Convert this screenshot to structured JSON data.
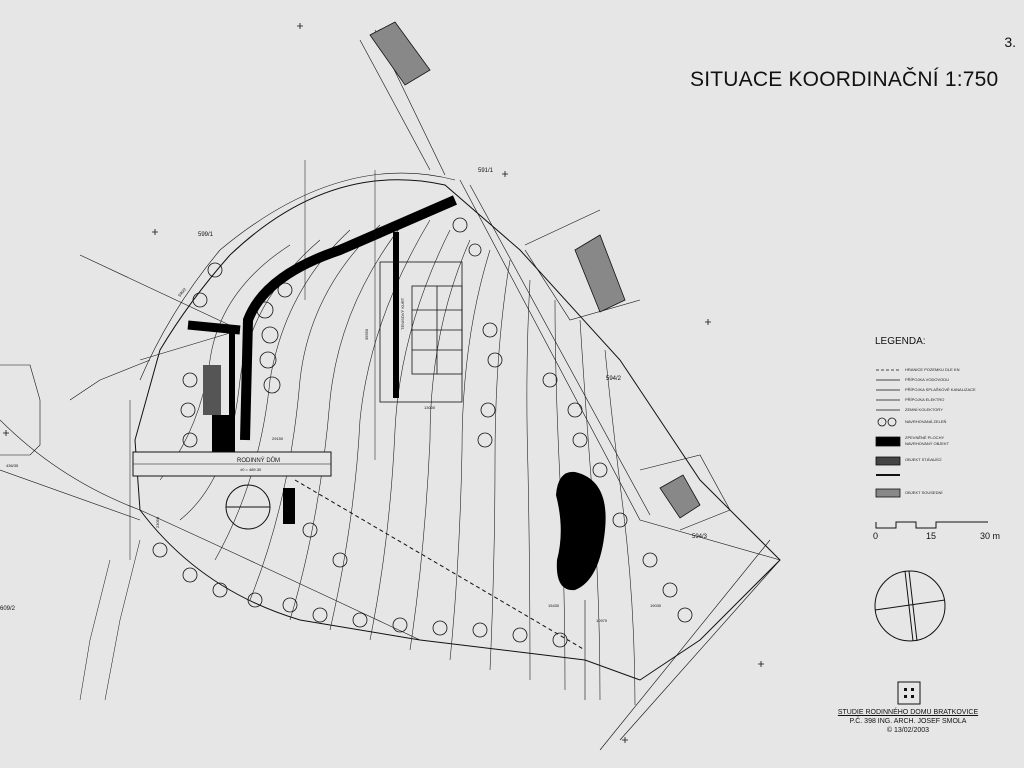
{
  "sheet_number": "3.",
  "title": "SITUACE KOORDINAČNÍ 1:750",
  "legend": {
    "title": "LEGENDA:",
    "items": [
      "HRANICE POZEMKU DLE KN",
      "PŘÍPOJKA VODOVODU",
      "PŘÍPOJKA SPLAŠKOVÉ KANALIZACE",
      "PŘÍPOJKA ELEKTRO",
      "ZEMNÍ KOLEKTORY",
      "NAVRHOVANÁ ZELEŇ",
      "ZPEVNĚNÉ PLOCHY",
      "NAVRHOVANÝ OBJEKT",
      "OBJEKT STÁVAJÍCÍ",
      "OBJEKT SOUSEDNÍ"
    ],
    "scale_labels": [
      "0",
      "15",
      "30 m"
    ]
  },
  "labels": {
    "house": "RODINNÝ DŮM",
    "house_level": "±0 = 489.30",
    "tennis": "TENISOVÝ KURT",
    "parcel_599_1": "599/1",
    "parcel_591_1": "591/1",
    "parcel_594_2": "594/2",
    "parcel_594_3": "594/3",
    "parcel_609_2": "609/2",
    "parcel_436": "436/35",
    "parcel_590": "590/2",
    "dim_13000": "13000",
    "dim_29150": "29150",
    "dim_39550": "39550",
    "dim_23050": "23050",
    "dim_15430": "15430",
    "dim_10970": "10970",
    "dim_19030": "19030"
  },
  "credits": {
    "line1": "STUDIE RODINNÉHO DOMU BRATKOVICE",
    "line2": "P.Č. 398  ING. ARCH. JOSEF SMOLA",
    "line3": "© 13/02/2003"
  }
}
